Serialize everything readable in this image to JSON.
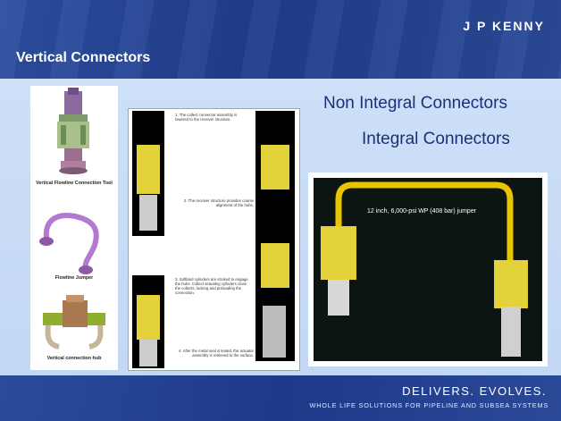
{
  "header": {
    "brand": "J P KENNY",
    "title": "Vertical Connectors"
  },
  "headings": {
    "non_integral": "Non Integral Connectors",
    "integral": "Integral Connectors"
  },
  "left_panel": {
    "captions": [
      "Vertical Flowline Connection Tool",
      "Flowline Jumper",
      "Vertical connection hub"
    ]
  },
  "steps": [
    "1.  The collect connector assembly is lowered to the receiver structure.",
    "2.  The receiver structure provides coarse alignment of the hubs.",
    "3.  Softland cylinders are stroked to engage the hubs. Collect actuating cylinders close the collects, locking and preloading the connection.",
    "4.  After the metal seal is tested, the actuator assembly is retrieved to the surface."
  ],
  "jumper_label": "12 inch, 6,000-psi WP (408 bar) jumper",
  "footer": {
    "slogan": "DELIVERS. EVOLVES.",
    "tagline": "WHOLE LIFE SOLUTIONS FOR PIPELINE AND SUBSEA SYSTEMS"
  }
}
